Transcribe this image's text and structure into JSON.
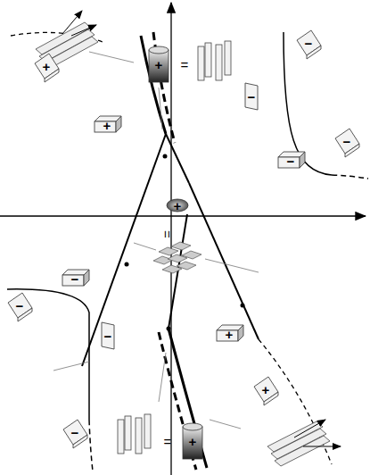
{
  "diagram": {
    "nodes": [
      {
        "text": [
          "+"
        ]
      },
      {
        "text": [
          "+"
        ]
      },
      {
        "text": [
          "−"
        ]
      },
      {
        "text": [
          "+"
        ]
      },
      {
        "text": [
          "−"
        ]
      },
      {
        "text": [
          "−"
        ]
      },
      {
        "text": [
          "−"
        ]
      },
      {
        "text": [
          "+"
        ]
      },
      {
        "text": [
          "−"
        ]
      },
      {
        "text": [
          "−"
        ]
      },
      {
        "text": [
          "−"
        ]
      },
      {
        "text": [
          "+"
        ]
      },
      {
        "text": [
          "+"
        ]
      },
      {
        "text": [
          "−"
        ]
      },
      {
        "text": [
          "+"
        ]
      }
    ],
    "labels": [
      "=",
      "=",
      "="
    ]
  }
}
